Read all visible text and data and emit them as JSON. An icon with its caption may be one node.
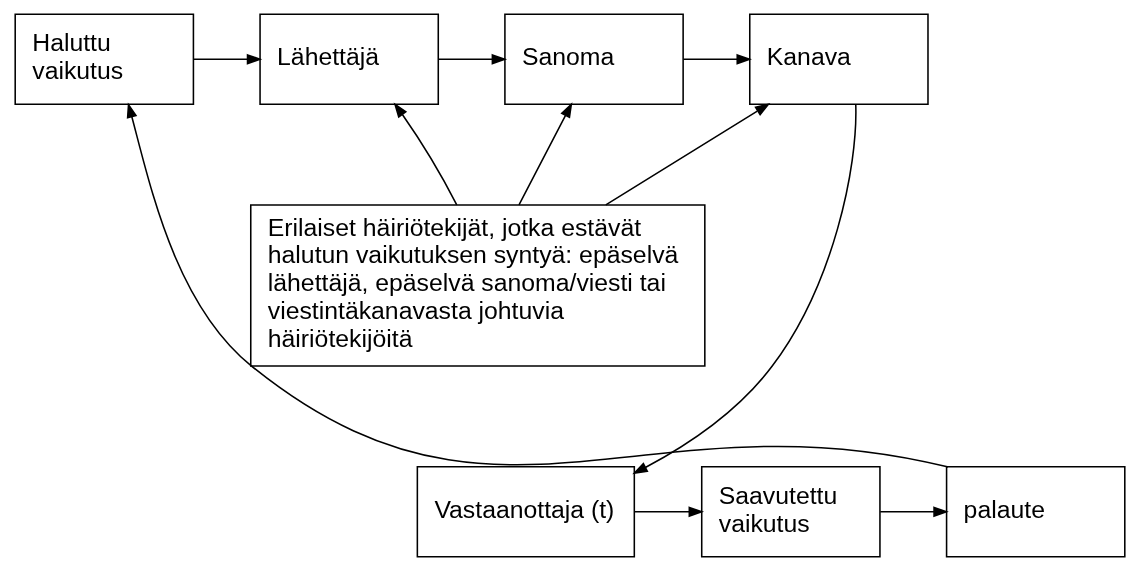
{
  "diagram": {
    "nodes": [
      {
        "text": [
          "Haluttu vaikutus"
        ]
      },
      {
        "text": [
          "Lähettäjä"
        ]
      },
      {
        "text": [
          "Sanoma"
        ]
      },
      {
        "text": [
          "Kanava"
        ]
      },
      {
        "text": [
          "Erilaiset häiriötekijät, jotka estävät halutun vaikutuksen syntyä: epäselvä lähettäjä, epäselvä sanoma/viesti tai viestintäkanavasta johtuvia häiriötekijöitä"
        ]
      },
      {
        "text": [
          "Vastaanottaja (t)"
        ]
      },
      {
        "text": [
          "Saavutettu vaikutus"
        ]
      },
      {
        "text": [
          "palaute"
        ]
      }
    ],
    "edges": [
      {
        "from": 0,
        "to": 1,
        "arrow": "to"
      },
      {
        "from": 1,
        "to": 2,
        "arrow": "to"
      },
      {
        "from": 2,
        "to": 3,
        "arrow": "to"
      },
      {
        "from": 4,
        "to": 1,
        "arrow": "to"
      },
      {
        "from": 4,
        "to": 2,
        "arrow": "to"
      },
      {
        "from": 4,
        "to": 3,
        "arrow": "to"
      },
      {
        "from": 3,
        "to": 5,
        "arrow": "to"
      },
      {
        "from": 5,
        "to": 6,
        "arrow": "to"
      },
      {
        "from": 6,
        "to": 7,
        "arrow": "to"
      },
      {
        "from": 7,
        "to": 0,
        "arrow": "to"
      }
    ]
  }
}
